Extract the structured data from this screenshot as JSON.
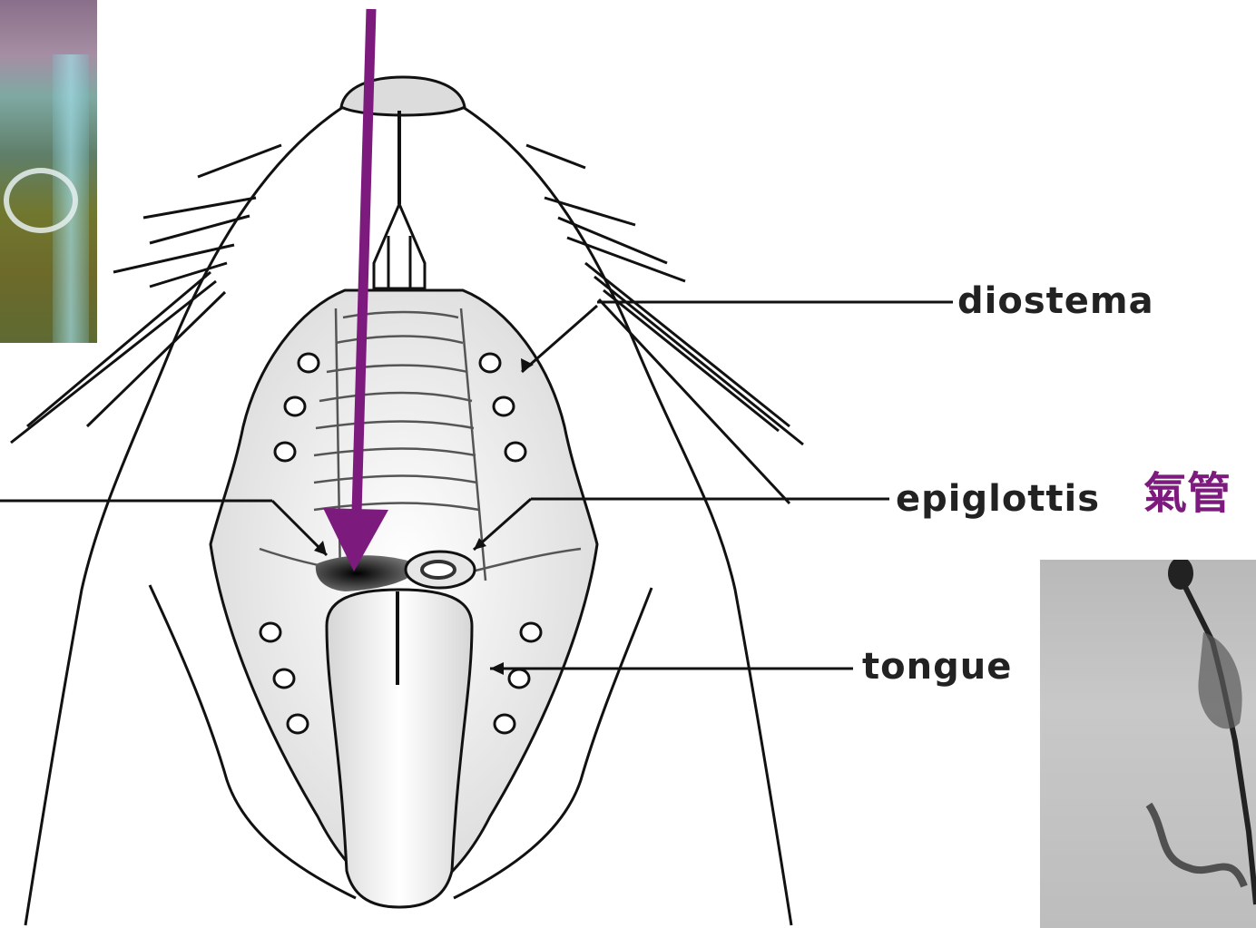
{
  "labels": {
    "diostema": "diostema",
    "epiglottis": "epiglottis",
    "trachea_cn": "氣管",
    "tongue": "tongue"
  },
  "colors": {
    "arrow": "#7d1a7d",
    "line": "#111111",
    "fill": "#e9e9e9"
  }
}
